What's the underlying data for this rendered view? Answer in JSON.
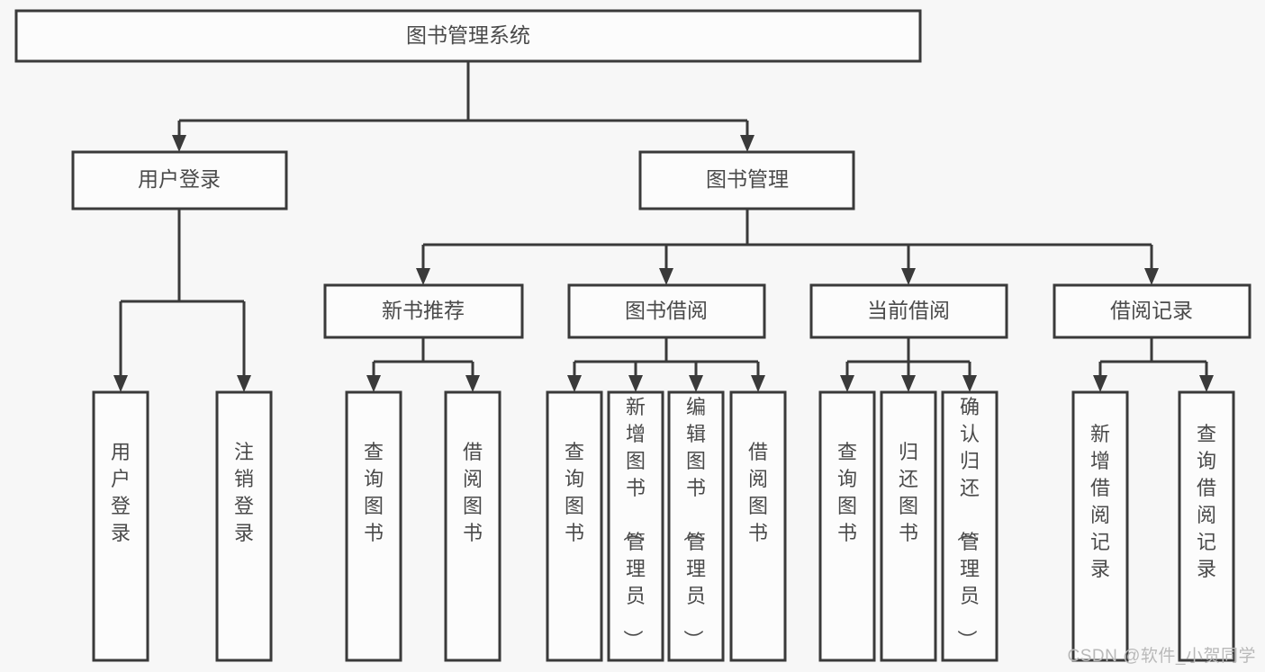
{
  "diagram": {
    "title": "图书管理系统",
    "type": "tree-hierarchy-chart",
    "orientation": "top-down",
    "colors": {
      "background": "#f7f7f7",
      "box_fill": "#fcfcfc",
      "box_stroke": "#3a3a3a",
      "text": "#4a4a4a",
      "watermark": "#b9b9b9"
    },
    "root": {
      "label": "图书管理系统"
    },
    "level2": [
      {
        "label": "用户登录"
      },
      {
        "label": "图书管理"
      }
    ],
    "level3": [
      {
        "label": "新书推荐"
      },
      {
        "label": "图书借阅"
      },
      {
        "label": "当前借阅"
      },
      {
        "label": "借阅记录"
      }
    ],
    "leaves": {
      "user_login": [
        {
          "label": "用户登录"
        },
        {
          "label": "注销登录"
        }
      ],
      "new_book_rec": [
        {
          "label": "查询图书"
        },
        {
          "label": "借阅图书"
        }
      ],
      "book_borrow": [
        {
          "label": "查询图书"
        },
        {
          "label": "新增图书（管理员）"
        },
        {
          "label": "编辑图书（管理员）"
        },
        {
          "label": "借阅图书"
        }
      ],
      "current_borrow": [
        {
          "label": "查询图书"
        },
        {
          "label": "归还图书"
        },
        {
          "label": "确认归还（管理员）"
        }
      ],
      "borrow_record": [
        {
          "label": "新增借阅记录"
        },
        {
          "label": "查询借阅记录"
        }
      ]
    },
    "watermark": "CSDN @软件_小贺同学"
  }
}
